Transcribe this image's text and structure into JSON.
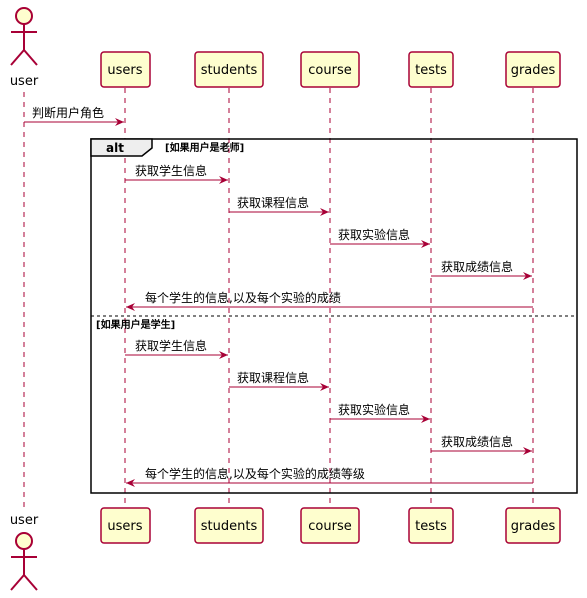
{
  "actor": {
    "name": "user"
  },
  "participants": [
    {
      "id": "users",
      "label": "users"
    },
    {
      "id": "students",
      "label": "students"
    },
    {
      "id": "course",
      "label": "course"
    },
    {
      "id": "tests",
      "label": "tests"
    },
    {
      "id": "grades",
      "label": "grades"
    }
  ],
  "first_message": "判断用户角色",
  "alt": {
    "keyword": "alt",
    "branch1": {
      "condition": "[如果用户是老师]",
      "messages": [
        "获取学生信息",
        "获取课程信息",
        "获取实验信息",
        "获取成绩信息"
      ],
      "reply": "每个学生的信息,以及每个实验的成绩"
    },
    "branch2": {
      "condition": "[如果用户是学生]",
      "messages": [
        "获取学生信息",
        "获取课程信息",
        "获取实验信息",
        "获取成绩信息"
      ],
      "reply": "每个学生的信息,以及每个实验的成绩等级"
    }
  },
  "colors": {
    "participant_fill": "#FEFECE",
    "participant_border": "#A80036",
    "arrow": "#A80036",
    "lifeline": "#A80036"
  }
}
